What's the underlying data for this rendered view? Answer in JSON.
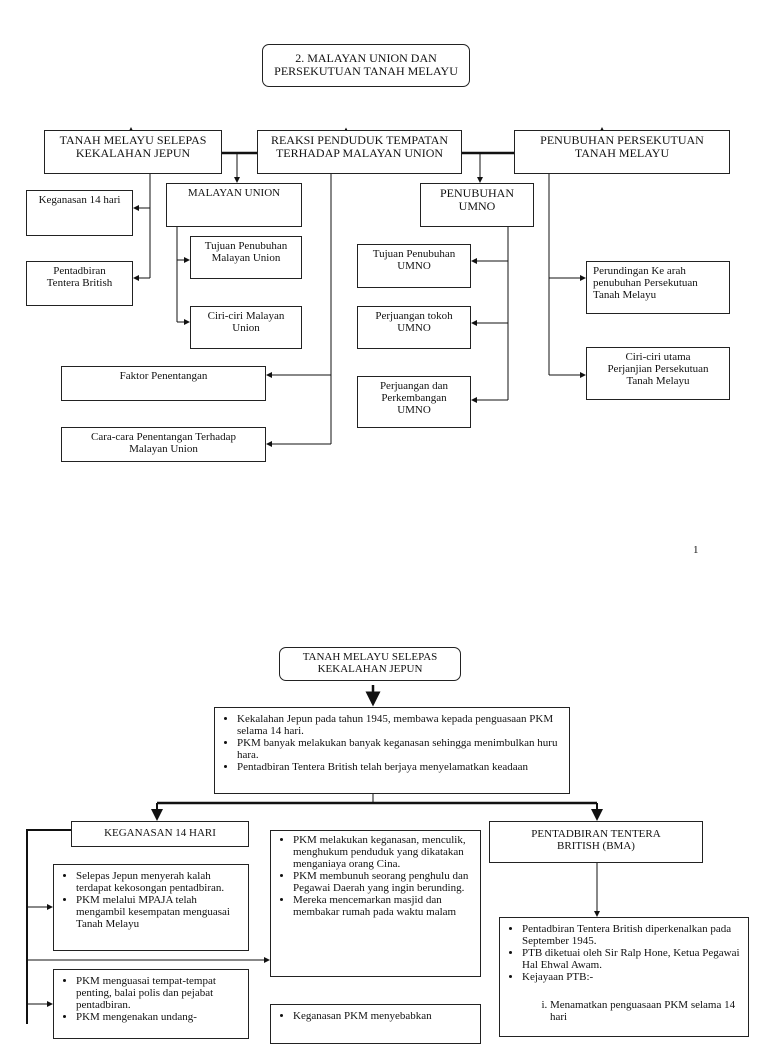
{
  "page1": {
    "title": [
      "2. MALAYAN UNION DAN",
      "PERSEKUTUAN TANAH MELAYU"
    ],
    "tanah_melayu": [
      "TANAH MELAYU SELEPAS",
      "KEKALAHAN JEPUN"
    ],
    "reaksi": [
      "REAKSI PENDUDUK TEMPATAN",
      "TERHADAP MALAYAN UNION"
    ],
    "penubuhan_persekutuan": [
      "PENUBUHAN PERSEKUTUAN",
      "TANAH MELAYU"
    ],
    "malayan_union": "MALAYAN UNION",
    "keganasan": "Keganasan 14 hari",
    "pentadbiran": [
      "Pentadbiran",
      "Tentera British"
    ],
    "tujuan_mu": [
      "Tujuan Penubuhan",
      "Malayan Union"
    ],
    "ciri_mu": [
      "Ciri-ciri Malayan",
      "Union"
    ],
    "faktor": "Faktor Penentangan",
    "cara": [
      "Cara-cara Penentangan Terhadap",
      "Malayan Union"
    ],
    "penubuhan_umno": [
      "PENUBUHAN",
      "UMNO"
    ],
    "tujuan_umno": [
      "Tujuan Penubuhan",
      "UMNO"
    ],
    "perjuangan_tokoh": [
      "Perjuangan tokoh",
      "UMNO"
    ],
    "perjuangan_dan": [
      "Perjuangan dan",
      "Perkembangan",
      "UMNO"
    ],
    "perundingan": [
      "Perundingan Ke arah",
      "penubuhan Persekutuan",
      "Tanah Melayu"
    ],
    "ciri_utama": [
      "Ciri-ciri utama",
      "Perjanjian Persekutuan",
      "Tanah Melayu"
    ],
    "page_number": "1"
  },
  "page2": {
    "title": [
      "TANAH MELAYU SELEPAS",
      "KEKALAHAN JEPUN"
    ],
    "summary": [
      "Kekalahan Jepun pada tahun 1945, membawa kepada penguasaan PKM selama 14 hari.",
      "PKM banyak melakukan banyak keganasan sehingga menimbulkan huru hara.",
      "Pentadbiran Tentera British telah berjaya menyelamatkan keadaan"
    ],
    "keganasan_heading": "KEGANASAN 14 HARI",
    "bma_heading": [
      "PENTADBIRAN TENTERA",
      "BRITISH (BMA)"
    ],
    "left_box_1": [
      "Selepas Jepun menyerah kalah terdapat kekosongan pentadbiran.",
      "PKM melalui MPAJA telah mengambil kesempatan menguasai Tanah Melayu"
    ],
    "left_box_2": [
      "PKM menguasai tempat-tempat penting, balai polis dan pejabat pentadbiran.",
      "PKM mengenakan undang-"
    ],
    "mid_box_1": [
      "PKM melakukan keganasan, menculik, menghukum penduduk yang dikatakan menganiaya orang Cina.",
      "PKM membunuh seorang penghulu dan Pegawai Daerah yang ingin berunding.",
      "Mereka mencemarkan masjid dan membakar rumah pada waktu malam"
    ],
    "mid_box_2": [
      "Keganasan PKM menyebabkan"
    ],
    "bma_box": [
      "Pentadbiran Tentera British diperkenalkan pada September 1945.",
      "PTB diketuai oleh  Sir Ralp Hone, Ketua Pegawai Hal Ehwal Awam.",
      "Kejayaan PTB:-"
    ],
    "bma_sub": [
      "Menamatkan penguasaan PKM selama 14 hari"
    ]
  }
}
